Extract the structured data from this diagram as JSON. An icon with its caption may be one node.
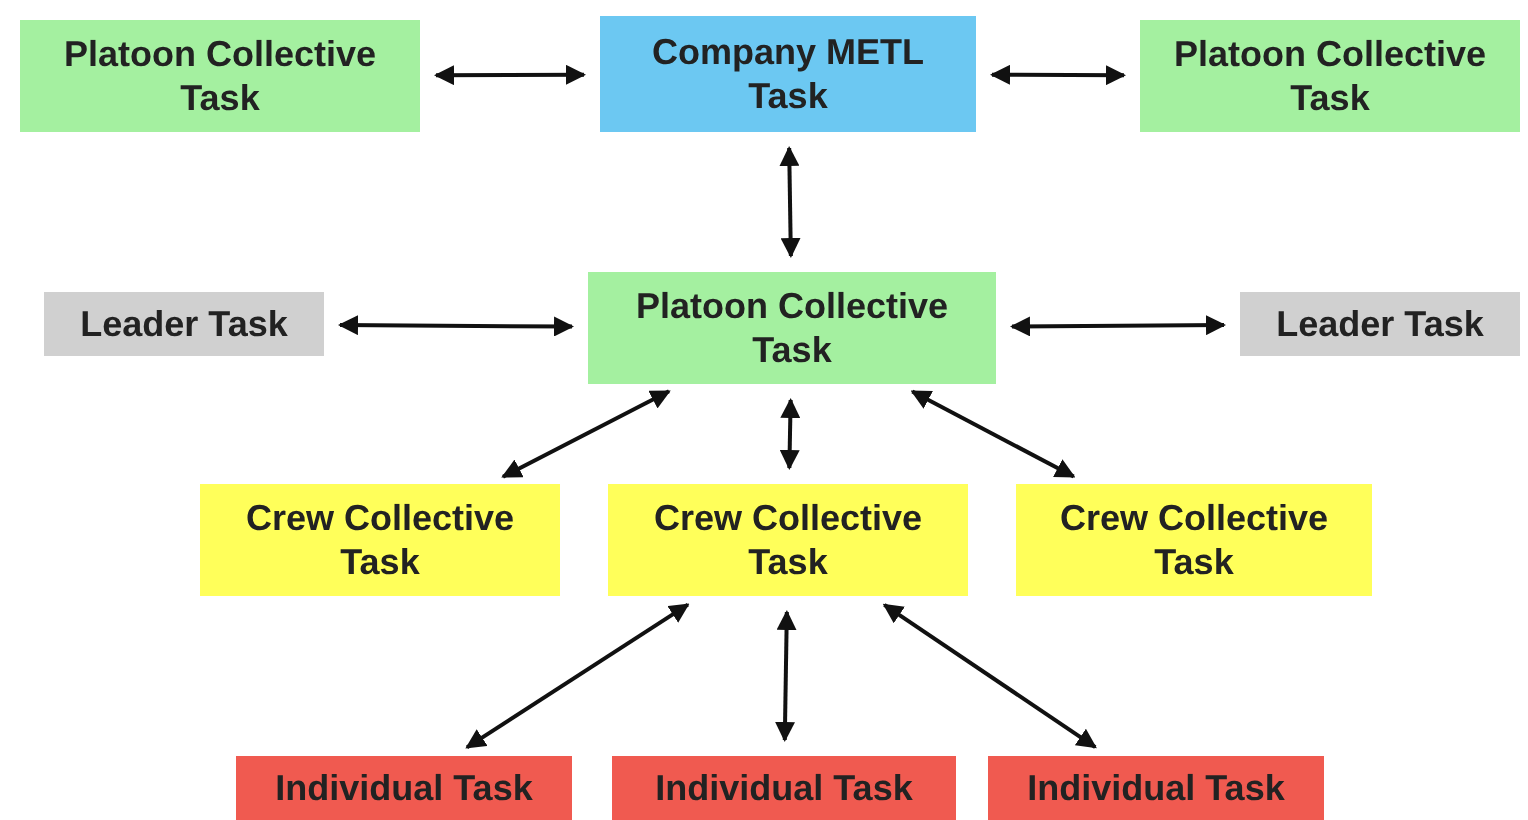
{
  "diagram": {
    "nodes": [
      {
        "text": [
          "Platoon Collective Task"
        ]
      },
      {
        "text": [
          "Company METL Task"
        ]
      },
      {
        "text": [
          "Platoon Collective Task"
        ]
      },
      {
        "text": [
          "Leader Task"
        ]
      },
      {
        "text": [
          "Platoon Collective Task"
        ]
      },
      {
        "text": [
          "Leader Task"
        ]
      },
      {
        "text": [
          "Crew Collective Task"
        ]
      },
      {
        "text": [
          "Crew Collective Task"
        ]
      },
      {
        "text": [
          "Crew Collective Task"
        ]
      },
      {
        "text": [
          "Individual Task"
        ]
      },
      {
        "text": [
          "Individual Task"
        ]
      },
      {
        "text": [
          "Individual Task"
        ]
      }
    ],
    "edges": [
      {
        "from": 0,
        "to": 1,
        "arrow": "both"
      },
      {
        "from": 1,
        "to": 2,
        "arrow": "both"
      },
      {
        "from": 1,
        "to": 4,
        "arrow": "both"
      },
      {
        "from": 3,
        "to": 4,
        "arrow": "both"
      },
      {
        "from": 4,
        "to": 5,
        "arrow": "both"
      },
      {
        "from": 4,
        "to": 6,
        "arrow": "both"
      },
      {
        "from": 4,
        "to": 7,
        "arrow": "both"
      },
      {
        "from": 4,
        "to": 8,
        "arrow": "both"
      },
      {
        "from": 7,
        "to": 9,
        "arrow": "both"
      },
      {
        "from": 7,
        "to": 10,
        "arrow": "both"
      },
      {
        "from": 7,
        "to": 11,
        "arrow": "both"
      }
    ]
  }
}
